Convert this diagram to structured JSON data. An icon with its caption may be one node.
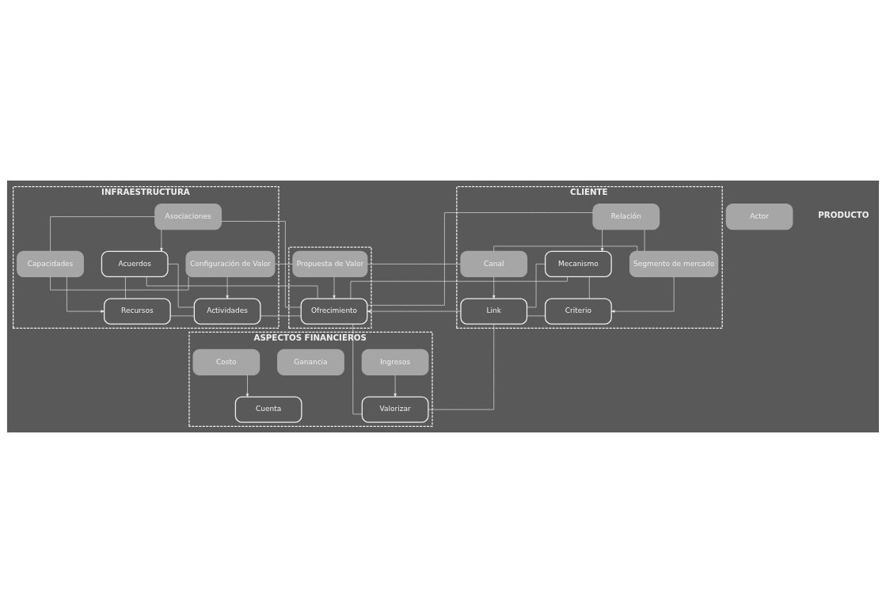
{
  "diagram": {
    "nodes": [
      {
        "text": [
          "INFRAESTRUCTURA"
        ]
      },
      {
        "text": [
          "Asociaciones"
        ],
        "in": 0
      },
      {
        "text": [
          "Acuerdos"
        ],
        "in": 0
      },
      {
        "text": [
          "Capacidades"
        ],
        "in": 0
      },
      {
        "text": [
          "Configuración de Valor"
        ],
        "in": 0
      },
      {
        "text": [
          "Recursos"
        ],
        "in": 0
      },
      {
        "text": [
          "Actividades"
        ],
        "in": 0
      },
      {
        "text": [
          "Actor"
        ]
      },
      {
        "text": [],
        "shape": "box"
      },
      {
        "text": [
          "Propuesta de Valor"
        ],
        "in": 8
      },
      {
        "text": [
          "Ofrecimiento"
        ],
        "in": 8
      },
      {
        "text": [
          "CLIENTE"
        ]
      },
      {
        "text": [
          "Relación"
        ],
        "in": 11
      },
      {
        "text": [
          "Mecanismo"
        ],
        "in": 11
      },
      {
        "text": [
          "Canal"
        ],
        "in": 11
      },
      {
        "text": [
          "Segmento de mercado"
        ],
        "in": 11
      },
      {
        "text": [
          "Link"
        ],
        "in": 11
      },
      {
        "text": [
          "Criterio"
        ],
        "in": 11
      },
      {
        "text": [
          "ASPECTOS FINANCIEROS"
        ]
      },
      {
        "text": [
          "Costo"
        ],
        "in": 18
      },
      {
        "text": [
          "Ganancia"
        ],
        "in": 18
      },
      {
        "text": [
          "Ingresos"
        ],
        "in": 18
      },
      {
        "text": [
          "Cuenta"
        ],
        "in": 18
      },
      {
        "text": [
          "Valorizar"
        ],
        "in": 18
      }
    ],
    "edges": [
      {
        "from": 1,
        "to": 2,
        "arrow": "to"
      },
      {
        "from": 3,
        "to": 5,
        "arrow": "to"
      },
      {
        "from": 4,
        "to": 6,
        "arrow": "to"
      },
      {
        "from": 9,
        "to": 10,
        "arrow": "to"
      },
      {
        "from": 12,
        "to": 13,
        "arrow": "to"
      },
      {
        "from": 14,
        "to": 16,
        "arrow": "to"
      },
      {
        "from": 15,
        "to": 17,
        "arrow": "to"
      },
      {
        "from": 19,
        "to": 22,
        "arrow": "to"
      },
      {
        "from": 21,
        "to": 23,
        "arrow": "to"
      },
      {
        "from": 3,
        "to": 4,
        "arrow": "none"
      },
      {
        "from": 4,
        "to": 9,
        "arrow": "none"
      },
      {
        "from": 9,
        "to": 14,
        "arrow": "none"
      },
      {
        "from": 14,
        "to": 15,
        "arrow": "none"
      },
      {
        "from": 5,
        "to": 6,
        "arrow": "none"
      },
      {
        "from": 6,
        "to": 10,
        "arrow": "none"
      },
      {
        "from": 16,
        "to": 10,
        "arrow": "to"
      },
      {
        "from": 16,
        "to": 17,
        "arrow": "none"
      },
      {
        "from": 1,
        "to": 3,
        "arrow": "none"
      },
      {
        "from": 1,
        "to": 10,
        "arrow": "none"
      },
      {
        "from": 2,
        "to": 5,
        "arrow": "none"
      },
      {
        "from": 2,
        "to": 6,
        "arrow": "none"
      },
      {
        "from": 2,
        "to": 10,
        "arrow": "none"
      },
      {
        "from": 12,
        "to": 10,
        "arrow": "none"
      },
      {
        "from": 12,
        "to": 15,
        "arrow": "none"
      },
      {
        "from": 13,
        "to": 10,
        "arrow": "none"
      },
      {
        "from": 13,
        "to": 16,
        "arrow": "none"
      },
      {
        "from": 13,
        "to": 17,
        "arrow": "none"
      },
      {
        "from": 16,
        "to": 23,
        "arrow": "none"
      },
      {
        "from": 10,
        "to": 23,
        "arrow": "none"
      }
    ],
    "labels": [
      "PRODUCTO"
    ]
  }
}
